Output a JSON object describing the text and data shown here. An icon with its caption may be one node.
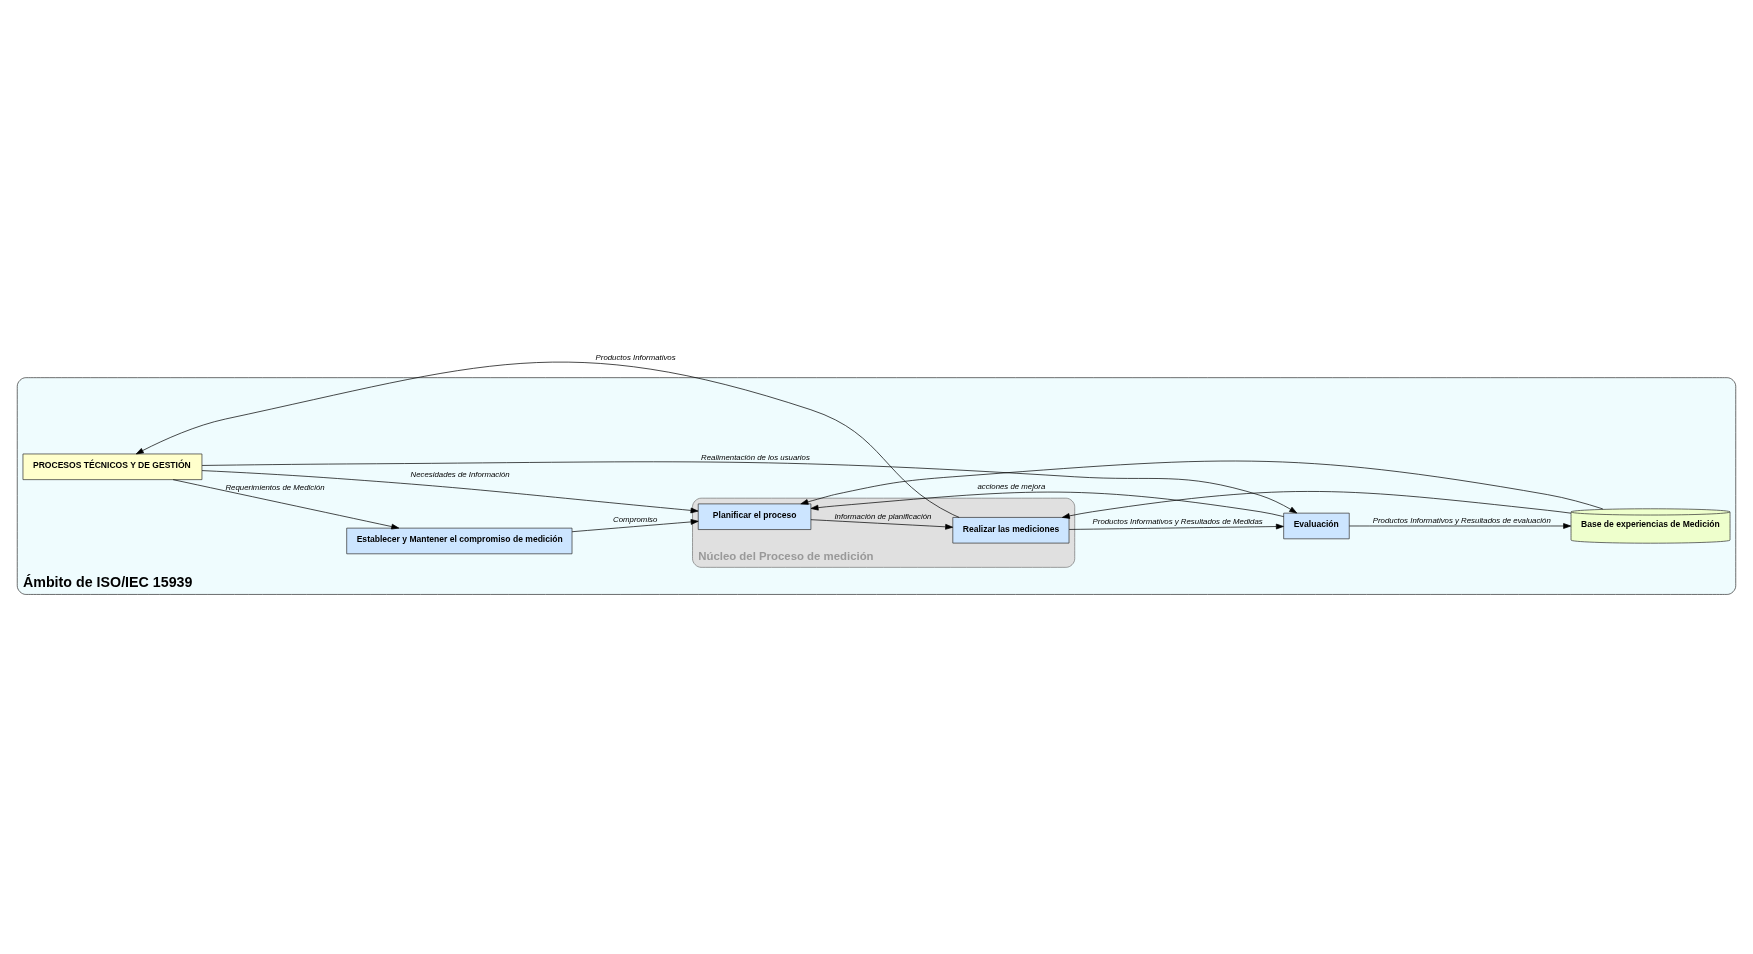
{
  "diagram": {
    "nodes": [
      {
        "text": [
          "Ámbito de ISO/IEC 15939"
        ]
      },
      {
        "text": [
          "PROCESOS TÉCNICOS Y DE GESTIÓN"
        ],
        "in": 0
      },
      {
        "text": [
          "Establecer y Mantener el compromiso de medición"
        ],
        "in": 0
      },
      {
        "text": [
          "Núcleo del Proceso de medición"
        ],
        "in": 0
      },
      {
        "text": [
          "Planificar el proceso"
        ],
        "in": 3
      },
      {
        "text": [
          "Realizar las mediciones"
        ],
        "in": 3
      },
      {
        "text": [
          "Evaluación"
        ],
        "in": 0
      },
      {
        "text": [
          "Base de experiencias de Medición"
        ],
        "in": 0
      }
    ],
    "edges": [
      {
        "from": 1,
        "to": 2,
        "arrow": "to",
        "label": "Requerimientos de Medición"
      },
      {
        "from": 1,
        "to": 4,
        "arrow": "to",
        "label": "Necesidades de Información"
      },
      {
        "from": 5,
        "to": 1,
        "arrow": "to",
        "label": "Productos Informativos"
      },
      {
        "from": 1,
        "to": 6,
        "arrow": "to",
        "label": "Realimentación de los usuarios"
      },
      {
        "from": 2,
        "to": 4,
        "arrow": "to",
        "label": "Compromiso"
      },
      {
        "from": 4,
        "to": 5,
        "arrow": "to",
        "label": "Información de planificación"
      },
      {
        "from": 5,
        "to": 6,
        "arrow": "to",
        "label": "Productos Informativos y Resultados de Medidas"
      },
      {
        "from": 6,
        "to": 7,
        "arrow": "to",
        "label": "Productos Informativos y Resultados de evaluación"
      },
      {
        "from": 6,
        "to": 4,
        "arrow": "to",
        "label": "acciones de mejora"
      },
      {
        "from": 7,
        "to": 4,
        "arrow": "to"
      },
      {
        "from": 7,
        "to": 5,
        "arrow": "to"
      }
    ]
  }
}
